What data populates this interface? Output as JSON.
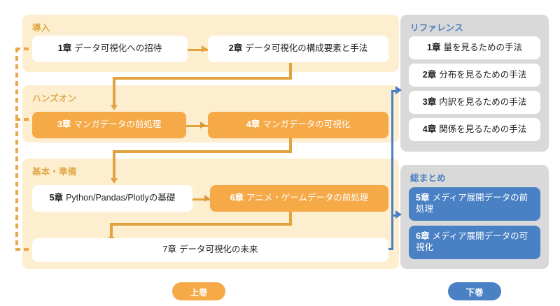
{
  "volume_upper": {
    "label": "上巻",
    "groups": [
      {
        "id": "intro",
        "title": "導入",
        "chapters": [
          {
            "num": "1章",
            "title": "データ可視化への招待",
            "style": "white"
          },
          {
            "num": "2章",
            "title": "データ可視化の構成要素と手法",
            "style": "white"
          }
        ]
      },
      {
        "id": "handson",
        "title": "ハンズオン",
        "chapters": [
          {
            "num": "3章",
            "title": "マンガデータの前処理",
            "style": "orange"
          },
          {
            "num": "4章",
            "title": "マンガデータの可視化",
            "style": "orange"
          }
        ]
      },
      {
        "id": "basic",
        "title": "基本・準備",
        "chapters": [
          {
            "num": "5章",
            "title": "Python/Pandas/Plotlyの基礎",
            "style": "white"
          },
          {
            "num": "6章",
            "title": "アニメ・ゲームデータの前処理",
            "style": "orange"
          },
          {
            "num": "7章",
            "title": "データ可視化の未来",
            "style": "white"
          }
        ]
      }
    ]
  },
  "volume_lower": {
    "label": "下巻",
    "groups": [
      {
        "id": "reference",
        "title": "リファレンス",
        "chapters": [
          {
            "num": "1章",
            "title": "量を見るための手法",
            "style": "white"
          },
          {
            "num": "2章",
            "title": "分布を見るための手法",
            "style": "white"
          },
          {
            "num": "3章",
            "title": "内訳を見るための手法",
            "style": "white"
          },
          {
            "num": "4章",
            "title": "関係を見るための手法",
            "style": "white"
          }
        ]
      },
      {
        "id": "summary",
        "title": "総まとめ",
        "chapters": [
          {
            "num": "5章",
            "title": "メディア展開データの前処理",
            "style": "blue"
          },
          {
            "num": "6章",
            "title": "メディア展開データの可視化",
            "style": "blue"
          }
        ]
      }
    ]
  },
  "colors": {
    "cream_panel": "#fdeecf",
    "gray_panel": "#d9d9d9",
    "orange_accent": "#f5a947",
    "orange_line": "#e2a33f",
    "orange_title": "#e0a94a",
    "blue_accent": "#4a80c4",
    "blue_title": "#4a7fc1",
    "box_white": "#ffffff",
    "text_dark": "#1f1f1f"
  }
}
